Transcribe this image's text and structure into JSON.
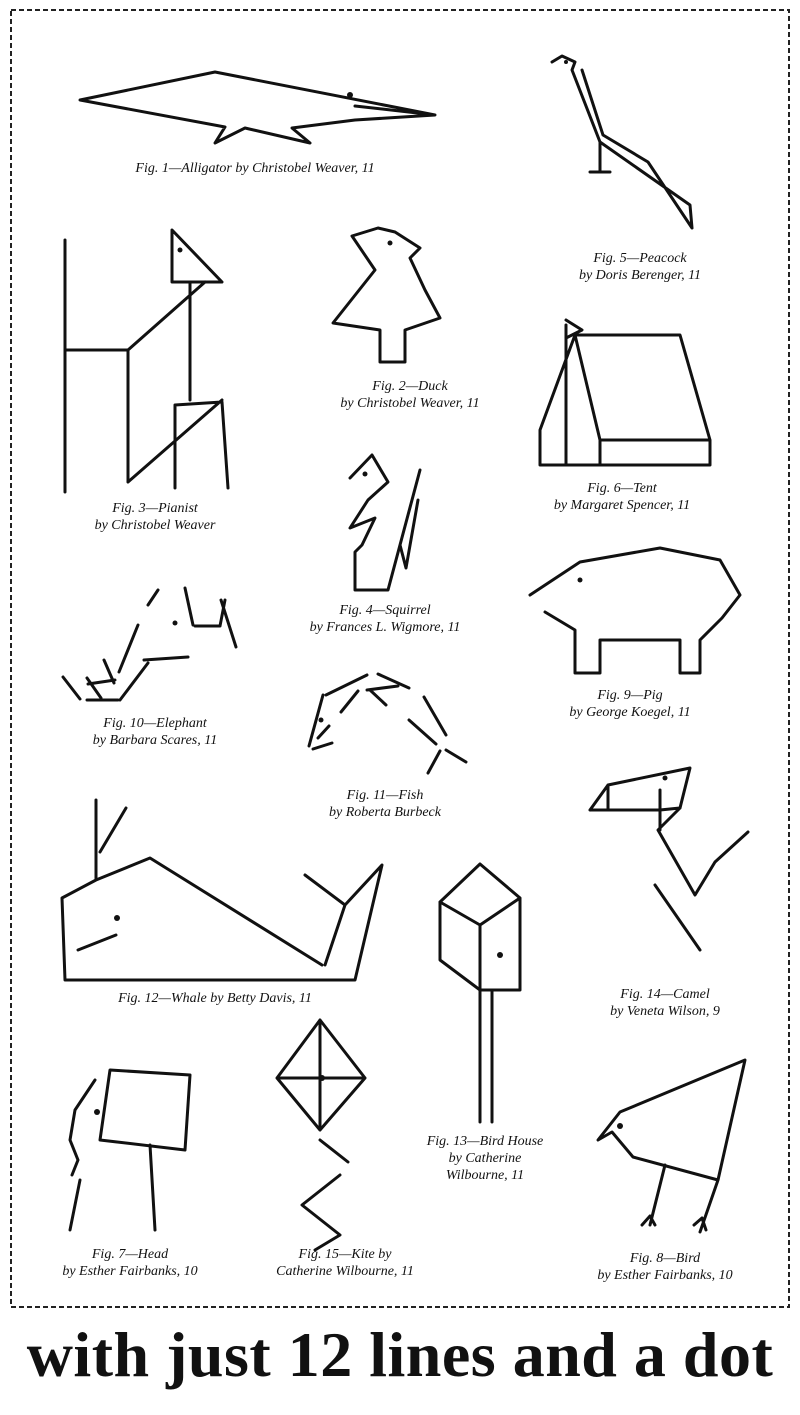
{
  "figures": [
    {
      "id": "alligator",
      "lines": [
        "Fig. 1—Alligator by Christobel Weaver, 11"
      ]
    },
    {
      "id": "peacock",
      "lines": [
        "Fig. 5—Peacock",
        "by Doris Berenger, 11"
      ]
    },
    {
      "id": "duck",
      "lines": [
        "Fig. 2—Duck",
        "by Christobel Weaver, 11"
      ]
    },
    {
      "id": "pianist",
      "lines": [
        "Fig. 3—Pianist",
        "by Christobel Weaver"
      ]
    },
    {
      "id": "tent",
      "lines": [
        "Fig. 6—Tent",
        "by Margaret Spencer, 11"
      ]
    },
    {
      "id": "squirrel",
      "lines": [
        "Fig. 4—Squirrel",
        "by Frances L. Wigmore, 11"
      ]
    },
    {
      "id": "elephant",
      "lines": [
        "Fig. 10—Elephant",
        "by Barbara Scares, 11"
      ]
    },
    {
      "id": "pig",
      "lines": [
        "Fig. 9—Pig",
        "by George Koegel, 11"
      ]
    },
    {
      "id": "fish",
      "lines": [
        "Fig. 11—Fish",
        "by Roberta Burbeck"
      ]
    },
    {
      "id": "whale",
      "lines": [
        "Fig. 12—Whale by Betty Davis, 11"
      ]
    },
    {
      "id": "camel",
      "lines": [
        "Fig. 14—Camel",
        "by Veneta Wilson, 9"
      ]
    },
    {
      "id": "bird-house",
      "lines": [
        "Fig. 13—Bird House",
        "by Catherine",
        "Wilbourne, 11"
      ]
    },
    {
      "id": "head",
      "lines": [
        "Fig. 7—Head",
        "by Esther Fairbanks, 10"
      ]
    },
    {
      "id": "kite",
      "lines": [
        "Fig. 15—Kite by",
        "Catherine Wilbourne, 11"
      ]
    },
    {
      "id": "bird",
      "lines": [
        "Fig. 8—Bird",
        "by Esther Fairbanks, 10"
      ]
    }
  ],
  "headline": "with just 12 lines and a dot—"
}
